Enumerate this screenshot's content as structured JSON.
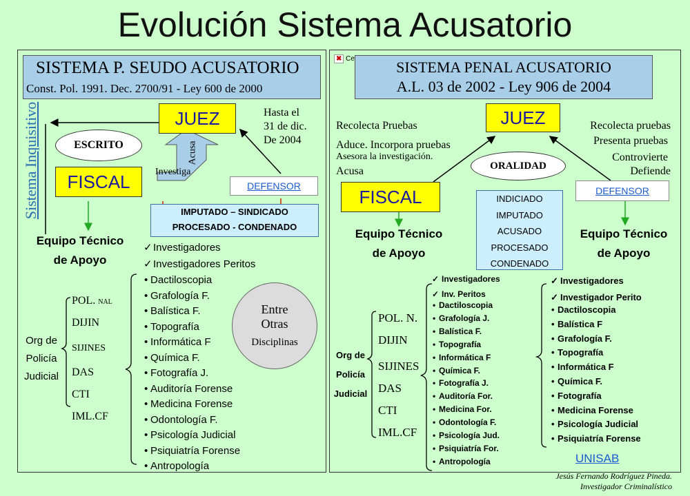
{
  "title": "Evolución Sistema Acusatorio",
  "left": {
    "header_line1": "SISTEMA P.  SEUDO ACUSATORIO",
    "header_line2": "Const. Pol. 1991. Dec. 2700/91  -  Ley 600 de 2000",
    "vertical_label": "Sistema Inquisitivo",
    "juez": "JUEZ",
    "hasta": [
      "Hasta el",
      "31 de dic.",
      "De 2004"
    ],
    "escrito": "ESCRITO",
    "acusa": "Acusa",
    "investiga": "Investiga",
    "fiscal": "FISCAL",
    "defensor": "DEFENSOR",
    "imputado": [
      "IMPUTADO – SINDICADO",
      "PROCESADO - CONDENADO"
    ],
    "equipo": [
      "Equipo Técnico",
      "de Apoyo"
    ],
    "org": [
      "Org de",
      "Policía",
      "Judicial"
    ],
    "police": [
      "POL. ",
      "NAL",
      "DIJIN",
      "SIJINES",
      "DAS",
      "CTI",
      "IML.CF"
    ],
    "check_items": [
      "Investigadores",
      "Investigadores Peritos"
    ],
    "bullet_items": [
      "Dactiloscopia",
      "Grafología F.",
      "Balística F.",
      "Topografía",
      "Informática F",
      "Química F.",
      "Fotografía J.",
      "Auditoría Forense",
      "Medicina Forense",
      "Odontología F.",
      "Psicología Judicial",
      "Psiquiatría Forense",
      "Antropología"
    ],
    "entre": [
      "Entre",
      "Otras",
      "Disciplinas"
    ]
  },
  "right": {
    "header_line1": "SISTEMA PENAL ACUSATORIO",
    "header_line2": "A.L. 03 de 2002   -   Ley 906 de 2004",
    "broken_img_text": "Ce",
    "juez": "JUEZ",
    "left_roles": [
      "Recolecta Pruebas",
      "Aduce. Incorpora pruebas",
      "Asesora la investigación.",
      "Acusa"
    ],
    "right_roles": [
      "Recolecta pruebas",
      "Presenta pruebas",
      "Controvierte",
      "Defiende"
    ],
    "oralidad": "ORALIDAD",
    "fiscal": "FISCAL",
    "defensor": "DEFENSOR",
    "indiciado": [
      "INDICIADO",
      "IMPUTADO",
      "ACUSADO",
      "PROCESADO",
      "CONDENADO"
    ],
    "equipo_left": [
      "Equipo Técnico",
      "de Apoyo"
    ],
    "equipo_right": [
      "Equipo Técnico",
      "de Apoyo"
    ],
    "org": [
      "Org de",
      "Policía",
      "Judicial"
    ],
    "police": [
      "POL. N.",
      "DIJIN",
      "SIJINES",
      "DAS",
      "CTI",
      "IML.CF"
    ],
    "fiscal_check": [
      "Investigadores",
      "Inv. Peritos"
    ],
    "fiscal_bullets": [
      "Dactiloscopia",
      "Grafología J.",
      "Balística F.",
      "Topografía",
      "Informática F",
      "Química F.",
      "Fotografía J.",
      "Auditoría For.",
      "Medicina For.",
      "Odontología F.",
      "Psicología Jud.",
      "Psiquiatría For.",
      "Antropología"
    ],
    "def_check": [
      "Investigadores",
      "Investigador  Perito"
    ],
    "def_bullets": [
      "Dactiloscopia",
      "Balística F",
      "Grafología  F.",
      "Topografía",
      "Informática F",
      "Química F.",
      "Fotografía",
      "Medicina Forense",
      "Psicología Judicial",
      "Psiquiatría Forense"
    ],
    "unisab": "UNISAB"
  },
  "credit": [
    "Jesús Fernando Rodríguez Pineda.",
    "Investigador Criminalístico"
  ],
  "colors": {
    "background": "#ccffcc",
    "yellow": "#ffff00",
    "header": "#a9cfe8",
    "blue_text": "#1a1aa0",
    "green_arrow": "#22aa22",
    "red_arrow": "#cc2200"
  }
}
